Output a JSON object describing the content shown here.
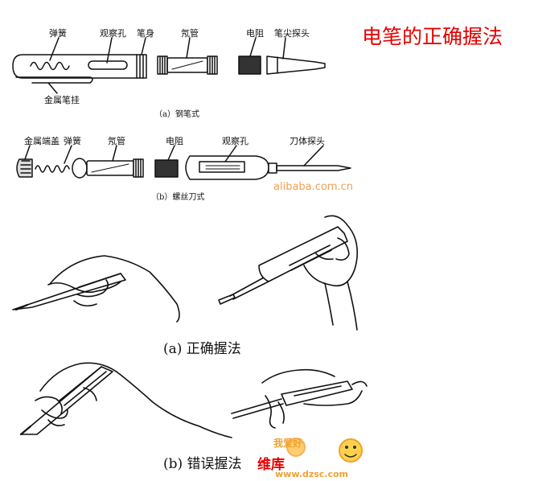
{
  "title": "电笔的正确握法",
  "watermark": "alibaba.com.cn",
  "pen_type": {
    "caption": "（a）钢笔式",
    "labels": {
      "spring": "弹簧",
      "observation_hole": "观察孔",
      "pen_body": "笔身",
      "neon_tube": "氖管",
      "resistor": "电阻",
      "pen_tip_probe": "笔尖探头",
      "metal_clip": "金属笔挂"
    }
  },
  "screwdriver_type": {
    "caption": "（b）螺丝刀式",
    "labels": {
      "metal_end_cap": "金属端盖",
      "spring": "弹簧",
      "neon_tube": "氖管",
      "resistor": "电阻",
      "observation_hole": "观察孔",
      "blade_probe": "刀体探头"
    }
  },
  "correct_grip_caption": "(a)  正确握法",
  "wrong_grip_caption": "(b)  错误握法",
  "logo": {
    "text_top": "我爱好",
    "brand": "维库",
    "url": "www.dzsc.com",
    "brand_color": "#e60000",
    "accent_color": "#f0a030"
  }
}
